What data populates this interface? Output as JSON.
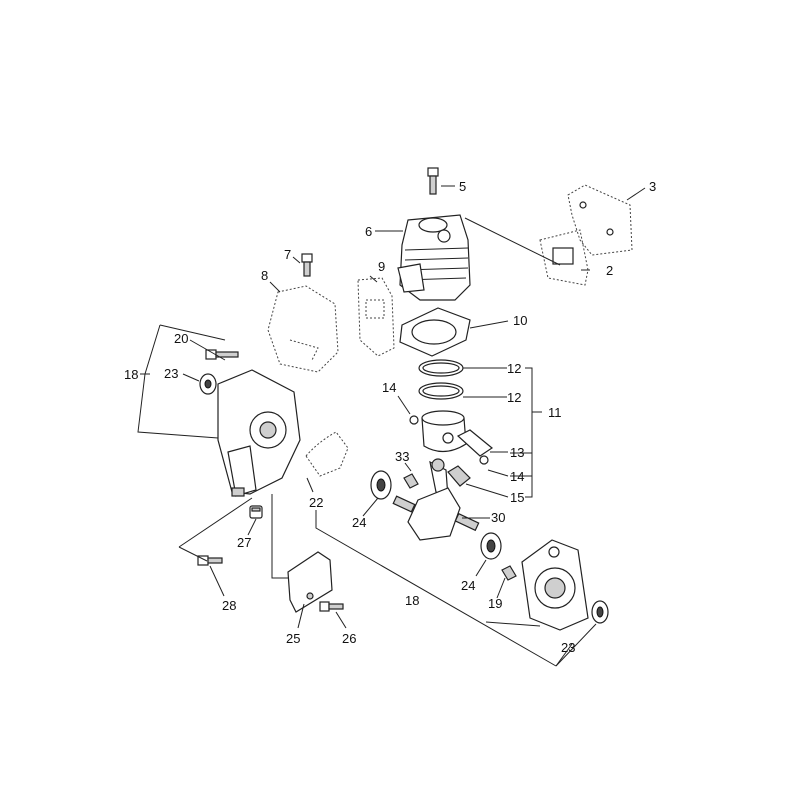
{
  "labels": {
    "p2": "2",
    "p3": "3",
    "p5": "5",
    "p6": "6",
    "p7": "7",
    "p8": "8",
    "p9": "9",
    "p10": "10",
    "p11": "11",
    "p12a": "12",
    "p12b": "12",
    "p13": "13",
    "p14a": "14",
    "p14b": "14",
    "p15": "15",
    "p18a": "18",
    "p18b": "18",
    "p19": "19",
    "p20": "20",
    "p22": "22",
    "p23a": "23",
    "p23b": "23",
    "p24a": "24",
    "p24b": "24",
    "p25": "25",
    "p26": "26",
    "p27": "27",
    "p28": "28",
    "p30": "30",
    "p33": "33"
  }
}
